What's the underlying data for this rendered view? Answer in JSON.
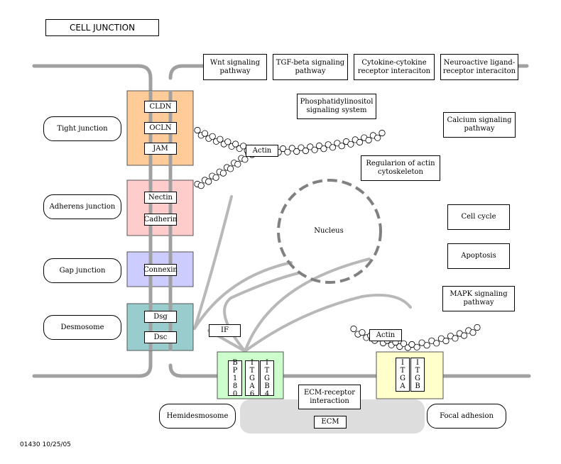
{
  "title": "CELL JUNCTION",
  "footer": "01430  10/25/05",
  "colors": {
    "membrane": "#a0a0a0",
    "tight_junction_fill": "#ffcc99",
    "adherens_fill": "#ffcccc",
    "gap_fill": "#ccccff",
    "desmosome_fill": "#99cccc",
    "hemidesmosome_fill": "#ccffcc",
    "focal_adhesion_fill": "#ffffcc",
    "ecm_fill": "#dddddd"
  },
  "pathways": {
    "wnt": "Wnt signaling pathway",
    "tgf": "TGF-beta signaling pathway",
    "cytokine": "Cytokine-cytokine receptor interaciton",
    "neuro": "Neuroactive ligand-receptor interaciton",
    "phos": "Phosphatidylinositol signaling system",
    "calcium": "Calcium signaling pathway",
    "actin_reg": "Regularion of actin cytoskeleton",
    "cell_cycle": "Cell cycle",
    "apoptosis": "Apoptosis",
    "mapk": "MAPK signaling pathway",
    "ecm_receptor": "ECM-receptor interaction"
  },
  "junctions": {
    "tight": "Tight junction",
    "adherens": "Adherens junction",
    "gap": "Gap junction",
    "desmosome": "Desmosome",
    "hemidesmosome": "Hemidesmosome",
    "focal": "Focal adhesion"
  },
  "proteins": {
    "cldn": "CLDN",
    "ocln": "OCLN",
    "jam": "JAM",
    "nectin": "Nectin",
    "cadherin": "Cadherin",
    "connexin": "Connexin",
    "dsg": "Dsg",
    "dsc": "Dsc",
    "if": "IF",
    "actin_top": "Actin",
    "actin_bottom": "Actin",
    "bp180": "BP 180",
    "itga6": "ITGA6",
    "itgb4": "ITGB4",
    "itga": "ITGA",
    "itgb": "ITGB",
    "ecm": "ECM"
  },
  "nucleus": "Nucleus"
}
